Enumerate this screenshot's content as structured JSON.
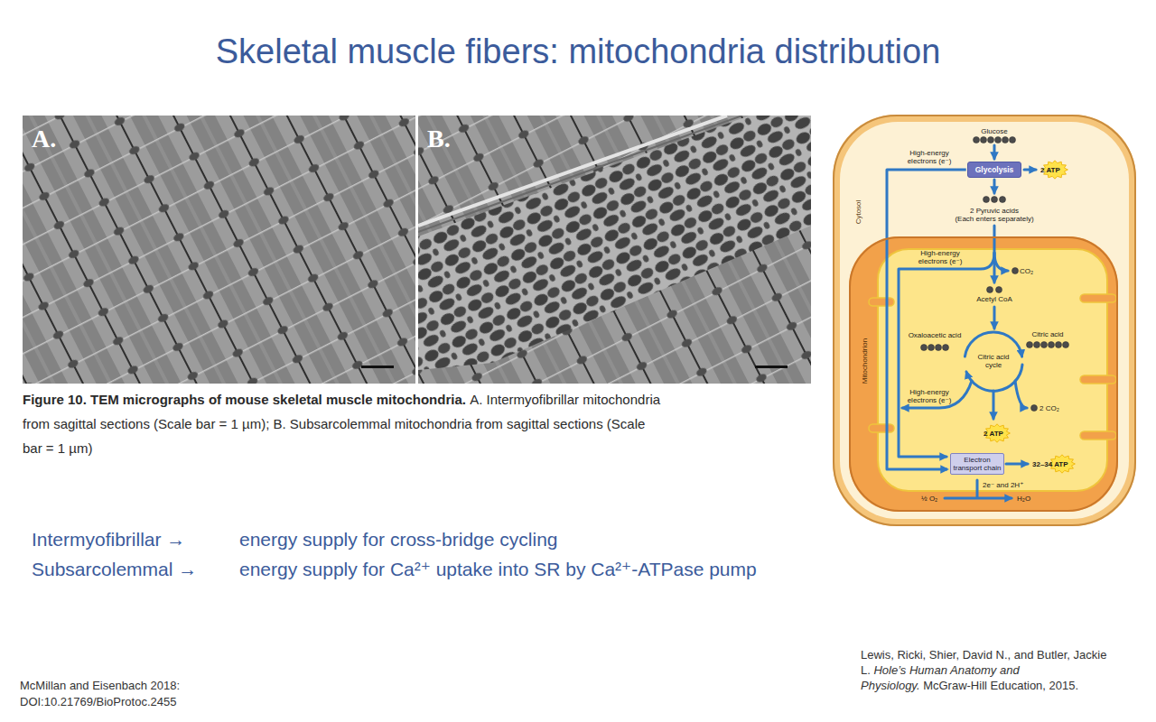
{
  "diagram": {
    "title": "Skeletal muscle fibers: mitochondria distribution",
    "nodes": [
      {
        "text": [
          "Cytosol"
        ]
      },
      {
        "text": [
          "Mitochondrion"
        ],
        "in": 0
      },
      {
        "text": [
          "Glycolysis"
        ],
        "in": 0
      },
      {
        "text": [
          "Electron transport chain"
        ],
        "in": 1
      }
    ],
    "edges": [
      {
        "from": 2,
        "to": 3,
        "arrow": "to",
        "label": "High-energy electrons (e⁻)"
      }
    ],
    "labels": [
      "A.",
      "B.",
      "Figure 10. TEM micrographs of mouse skeletal muscle mitochondria.",
      "A. Intermyofibrillar mitochondria from sagittal sections (Scale bar = 1 µm); B. Subsarcolemmal mitochondria from sagittal sections (Scale bar = 1 µm)",
      "Glucose",
      "2 ATP",
      "2 Pyruvic acids",
      "(Each enters separately)",
      "High-energy electrons (e⁻)",
      "CO₂",
      "Acetyl CoA",
      "Oxaloacetic acid",
      "Citric acid",
      "Citric acid cycle",
      "High-energy electrons (e⁻)",
      "2 CO₂",
      "2 ATP",
      "32–34 ATP",
      "2e⁻ and 2H⁺",
      "½ O₂",
      "H₂O",
      "Intermyofibrillar →",
      "energy supply for cross-bridge cycling",
      "Subsarcolemmal →",
      "energy supply for Ca²⁺ uptake into SR by Ca²⁺-ATPase pump",
      "McMillan and Eisenbach 2018:",
      "DOI:10.21769/BioProtoc.2455",
      "Lewis, Ricki, Shier, David N., and Butler, Jackie L.",
      "Hole’s Human Anatomy and Physiology.",
      "McGraw-Hill Education, 2015."
    ]
  }
}
